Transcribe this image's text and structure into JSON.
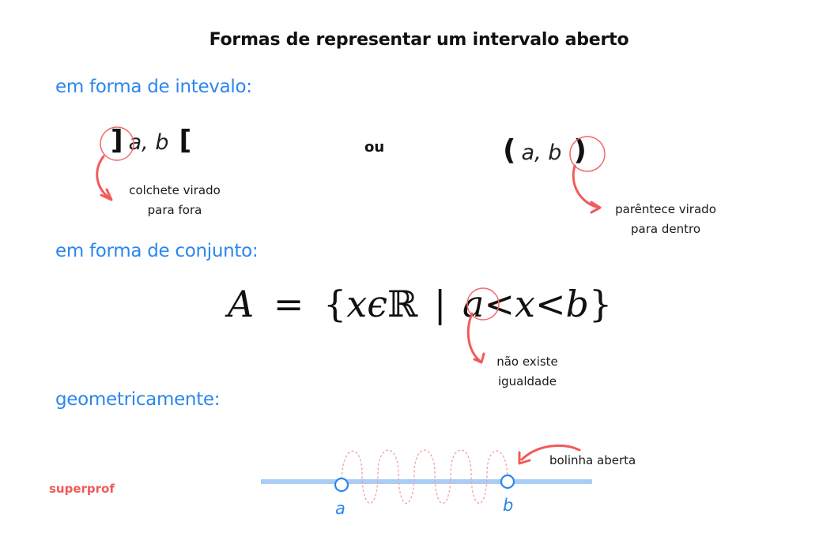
{
  "title": "Formas de representar um intervalo aberto",
  "sections": {
    "interval": {
      "label": "em forma de intevalo:",
      "left_notation": {
        "open": "]",
        "body": "a, b",
        "close": "["
      },
      "separator": "ou",
      "right_notation": {
        "open": "(",
        "body": "a, b",
        "close": ")"
      },
      "left_note": {
        "line1": "colchete virado",
        "line2": "para fora"
      },
      "right_note": {
        "line1": "parêntece virado",
        "line2": "para dentro"
      }
    },
    "set": {
      "label": "em forma de conjunto:",
      "formula": {
        "lhs": "A",
        "eq": "=",
        "open": "{",
        "var": "x",
        "in": "ϵ",
        "set": "ℝ",
        "bar": "|",
        "a": "a",
        "lt1": "<",
        "x": "x",
        "lt2": "<",
        "b": "b",
        "close": "}"
      },
      "note": {
        "line1": "não existe",
        "line2": "igualdade"
      }
    },
    "geometric": {
      "label": "geometricamente:",
      "point_a": "a",
      "point_b": "b",
      "note": "bolinha aberta"
    }
  },
  "brand": "superprof",
  "colors": {
    "section_blue": "#2b86ee",
    "annotation_red": "#f25a5a",
    "line_blue": "#a9cdf5",
    "text": "#111111"
  }
}
